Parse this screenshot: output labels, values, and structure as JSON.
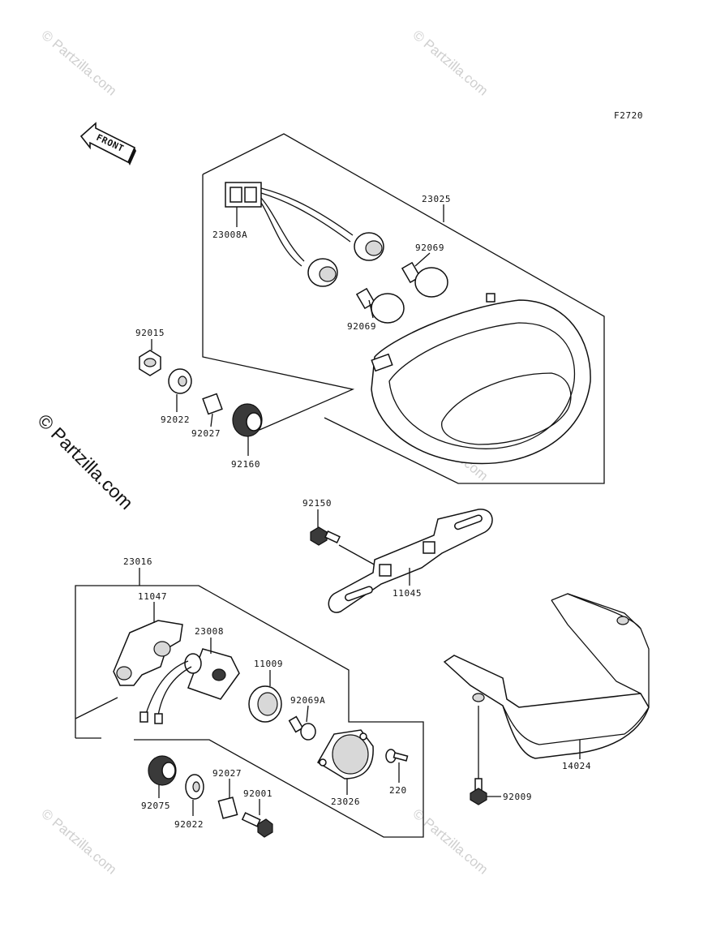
{
  "figure_code": "F2720",
  "front_indicator": "FRONT",
  "watermark": "© Partzilla.com",
  "watermark_side": "© Partzilla.com",
  "parts": {
    "tail_lamp_assy": "23025",
    "socket_harness": "23008A",
    "bulb_upper": "92069",
    "bulb_lower": "92069",
    "nut": "92015",
    "washer_upper": "92022",
    "collar_upper": "92027",
    "grommet_upper": "92160",
    "bolt_upper": "92150",
    "plate_bracket": "11045",
    "license_lamp_assy": "23016",
    "lamp_bracket": "11047",
    "lamp_socket": "23008",
    "gasket_ring": "11009",
    "bulb_license": "92069A",
    "lens_cover": "23026",
    "screw": "220",
    "grommet_lower": "92075",
    "washer_lower": "92022",
    "collar_lower": "92027",
    "bolt_lower": "92001",
    "rear_fender_cover": "14024",
    "bolt_fender": "92009"
  }
}
